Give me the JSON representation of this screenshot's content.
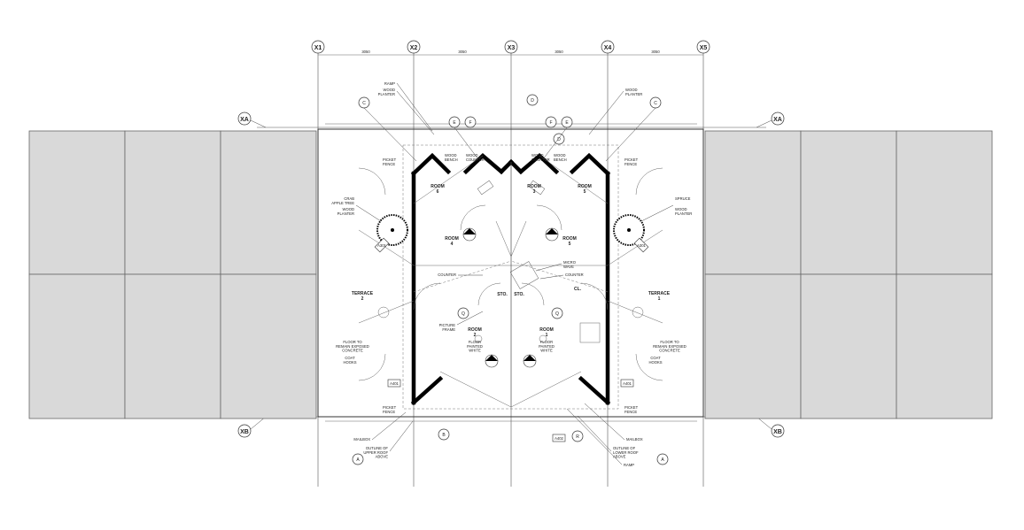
{
  "grid": {
    "columns": [
      "X1",
      "X2",
      "X3",
      "X4",
      "X5"
    ],
    "rows_left": [
      "XA",
      "XB"
    ],
    "rows_right": [
      "XA",
      "XB"
    ],
    "spacing_labels": [
      "3050",
      "3050",
      "3050",
      "3050"
    ]
  },
  "rooms": {
    "room1": "ROOM\n1",
    "room2": "ROOM\n2",
    "room3": "ROOM\n3",
    "room4": "ROOM\n4",
    "room5": "ROOM\n5",
    "room6": "ROOM\n6",
    "terrace1": "TERRACE\n1",
    "terrace2": "TERRACE\n2",
    "sto": "STO.",
    "cl": "CL."
  },
  "notes": {
    "ramp_top": "RAMP",
    "wood_planter": "WOOD\nPLANTER",
    "wood_bench": "WOOD\nBENCH",
    "wood_counter": "WOOD\nCOUNTER",
    "picket_fence": "PICKET\nFENCE",
    "crab_apple": "CRAB\nAPPLE TREE",
    "spruce": "SPRUCE",
    "micro_wave": "MICRO\nWAVE",
    "counter": "COUNTER",
    "picture_frame": "PICTURE\nFRAME",
    "floor_painted": "FLOOR\nPAINTED\nWHITE",
    "floor_exposed": "FLOOR TO\nREMAIN EXPOSED\nCONCRETE",
    "coat_hooks": "COAT\nHOOKS",
    "mailbox": "MAILBOX",
    "outline_upper": "OUTLINE OF\nUPPER ROOF\nABOVE",
    "outline_lower": "OUTLINE OF\nLOWER ROOF\nABOVE",
    "ramp_bottom": "RAMP"
  },
  "tags": {
    "a301": "A301",
    "a401": "A401",
    "a402": "A402",
    "letters": [
      "A",
      "B",
      "C",
      "D",
      "E",
      "F",
      "Q",
      "R"
    ]
  }
}
